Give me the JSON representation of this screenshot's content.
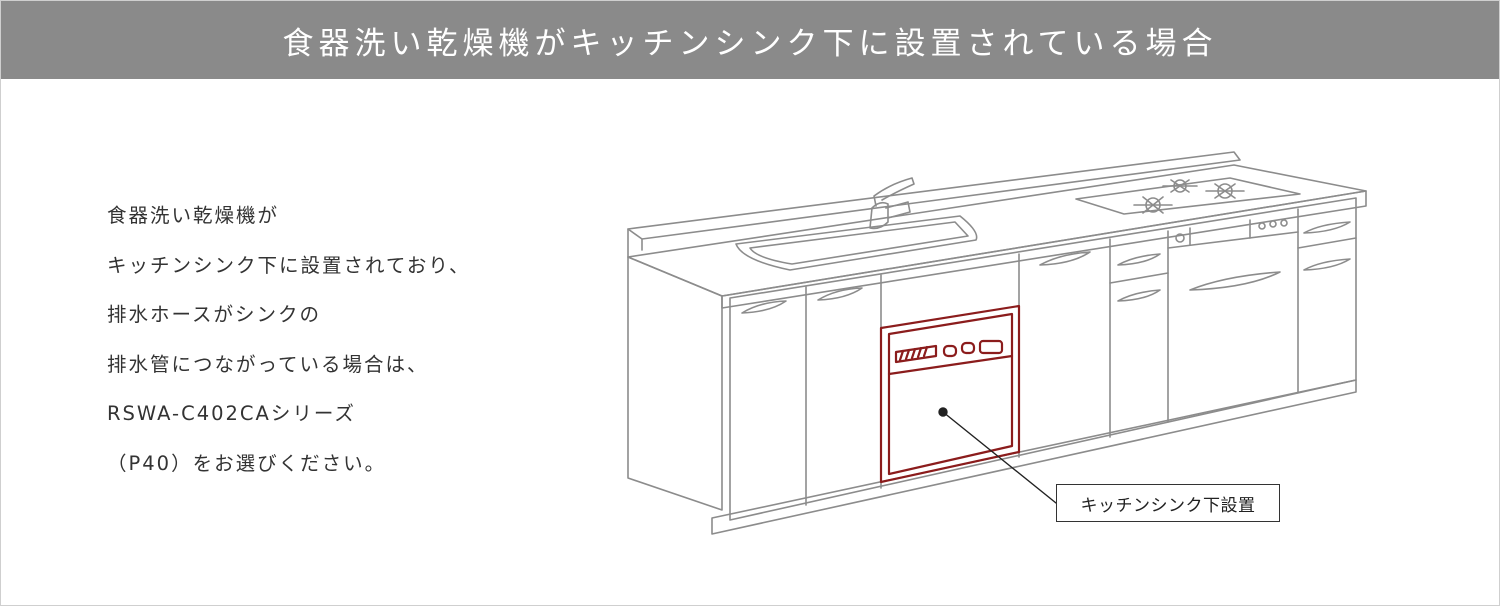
{
  "header": {
    "title": "食器洗い乾燥機がキッチンシンク下に設置されている場合"
  },
  "description": {
    "lines": [
      "食器洗い乾燥機が",
      "キッチンシンク下に設置されており、",
      "排水ホースがシンクの",
      "排水管につながっている場合は、",
      "RSWA-C402CAシリーズ",
      "（P40）をお選びください。"
    ]
  },
  "illustration": {
    "callout_label": "キッチンシンク下設置",
    "colors": {
      "line": "#8c8c8c",
      "highlight": "#8b1c1c",
      "callout_line": "#222222"
    }
  }
}
